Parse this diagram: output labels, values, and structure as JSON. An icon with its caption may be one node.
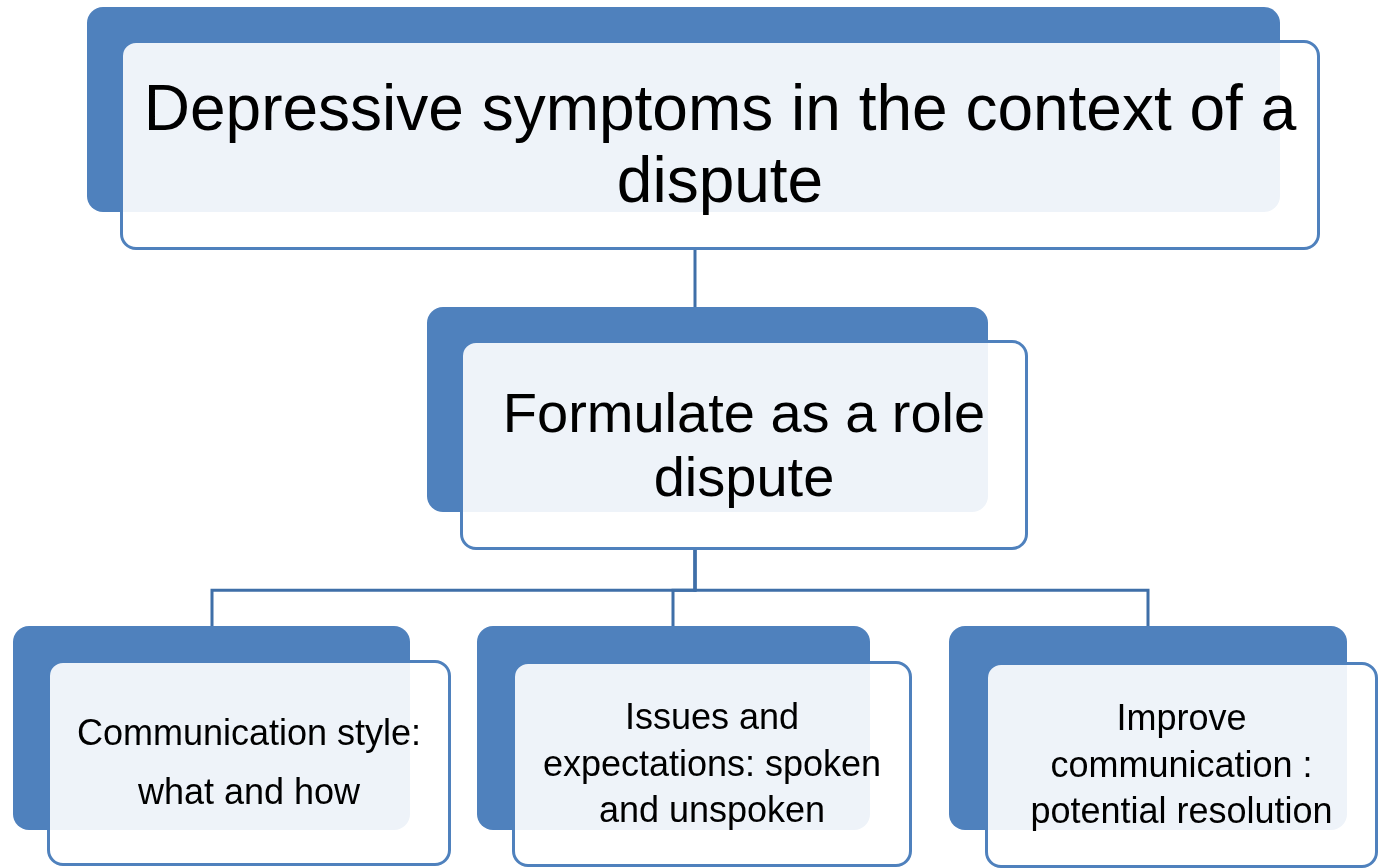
{
  "diagram": {
    "nodes": [
      {
        "text": [
          "Depressive symptoms in the context of a dispute"
        ]
      },
      {
        "text": [
          "Formulate as a role dispute"
        ]
      },
      {
        "text": [
          "Communication style:",
          "what and how"
        ]
      },
      {
        "text": [
          "Issues and expectations: spoken and unspoken"
        ]
      },
      {
        "text": [
          "Improve communication : potential resolution"
        ]
      }
    ],
    "edges": [
      {
        "from": 0,
        "to": 1,
        "arrow": "none"
      },
      {
        "from": 1,
        "to": 2,
        "arrow": "none"
      },
      {
        "from": 1,
        "to": 3,
        "arrow": "none"
      },
      {
        "from": 1,
        "to": 4,
        "arrow": "none"
      }
    ]
  }
}
